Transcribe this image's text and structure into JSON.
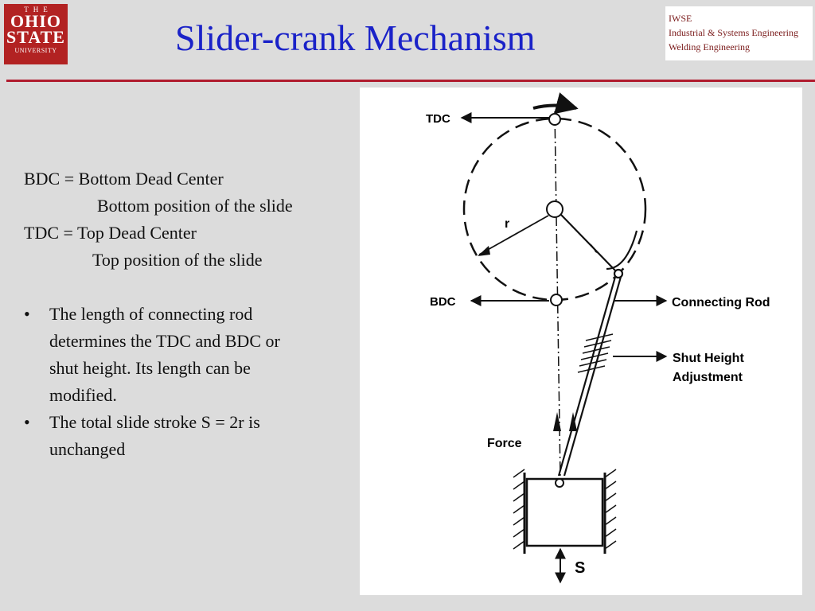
{
  "header": {
    "logo": {
      "the": "THE",
      "line1": "OHIO",
      "line2": "STATE",
      "line3": "UNIVERSITY"
    },
    "title": "Slider-crank Mechanism",
    "affiliation": [
      "IWSE",
      "Industrial & Systems Engineering",
      "Welding Engineering"
    ],
    "accent_color": "#b01c2e",
    "title_color": "#1a22c8"
  },
  "body": {
    "definitions": [
      "BDC = Bottom Dead Center",
      "Bottom position of the slide",
      "TDC = Top Dead Center",
      "Top position of the slide"
    ],
    "bullets": [
      [
        "The length of connecting rod",
        "determines the TDC and BDC or",
        "shut height.  Its length can be",
        "modified."
      ],
      [
        "The total slide stroke S = 2r is",
        "unchanged"
      ]
    ],
    "bullet_glyph": "•"
  },
  "diagram": {
    "labels": {
      "tdc": "TDC",
      "bdc": "BDC",
      "radius": "r",
      "connecting_rod": "Connecting Rod",
      "shut_height_1": "Shut Height",
      "shut_height_2": "Adjustment",
      "force": "Force",
      "stroke": "S"
    }
  }
}
